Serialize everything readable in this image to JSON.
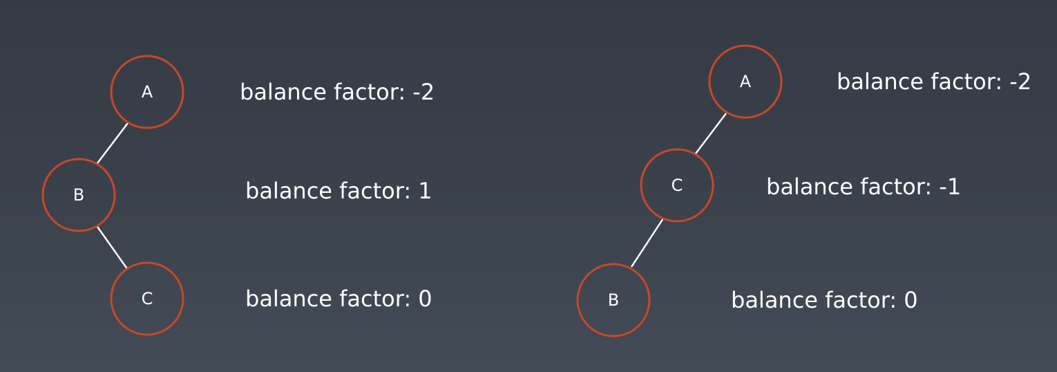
{
  "diagrams": [
    {
      "nodes": [
        {
          "id": "A",
          "label": "A",
          "balance_text": "balance factor: -2"
        },
        {
          "id": "B",
          "label": "B",
          "balance_text": "balance factor: 1"
        },
        {
          "id": "C",
          "label": "C",
          "balance_text": "balance factor: 0"
        }
      ],
      "edges": [
        [
          "A",
          "B"
        ],
        [
          "B",
          "C"
        ]
      ]
    },
    {
      "nodes": [
        {
          "id": "A",
          "label": "A",
          "balance_text": "balance factor: -2"
        },
        {
          "id": "C",
          "label": "C",
          "balance_text": "balance factor: -1"
        },
        {
          "id": "B",
          "label": "B",
          "balance_text": "balance factor: 0"
        }
      ],
      "edges": [
        [
          "A",
          "C"
        ],
        [
          "C",
          "B"
        ]
      ]
    }
  ],
  "colors": {
    "node_stroke": "#c8472b",
    "edge": "#ffffff",
    "text": "#ffffff"
  }
}
